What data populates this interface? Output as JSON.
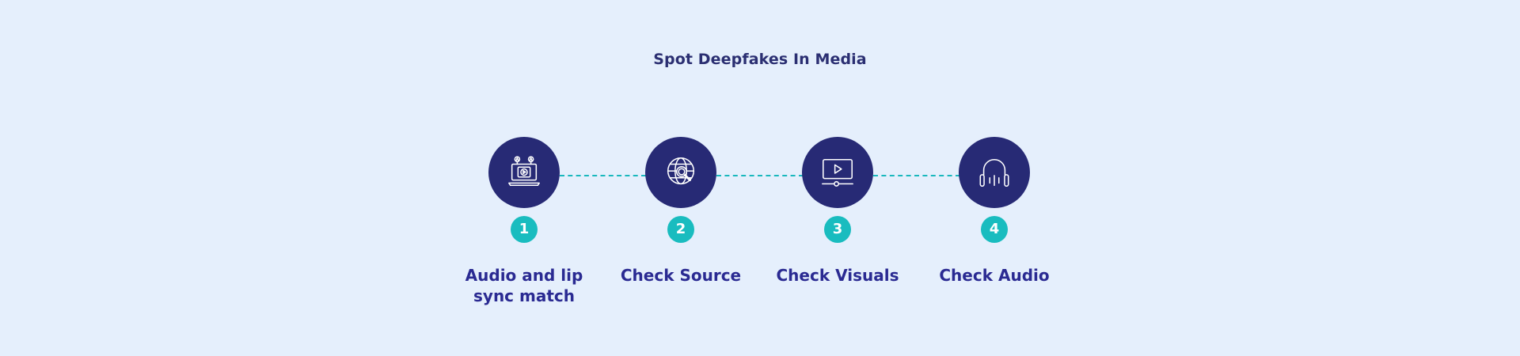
{
  "title": "Spot Deepfakes In Media",
  "colors": {
    "background": "#e5effc",
    "circle": "#272a75",
    "badge": "#19bcbf",
    "connector": "#19b8bd",
    "label": "#2a2a92"
  },
  "steps": [
    {
      "number": "1",
      "label": "Audio and lip\nsync match",
      "icon": "laptop-video-call-icon"
    },
    {
      "number": "2",
      "label": "Check Source",
      "icon": "globe-search-icon"
    },
    {
      "number": "3",
      "label": "Check Visuals",
      "icon": "video-player-icon"
    },
    {
      "number": "4",
      "label": "Check Audio",
      "icon": "headphones-audio-icon"
    }
  ]
}
